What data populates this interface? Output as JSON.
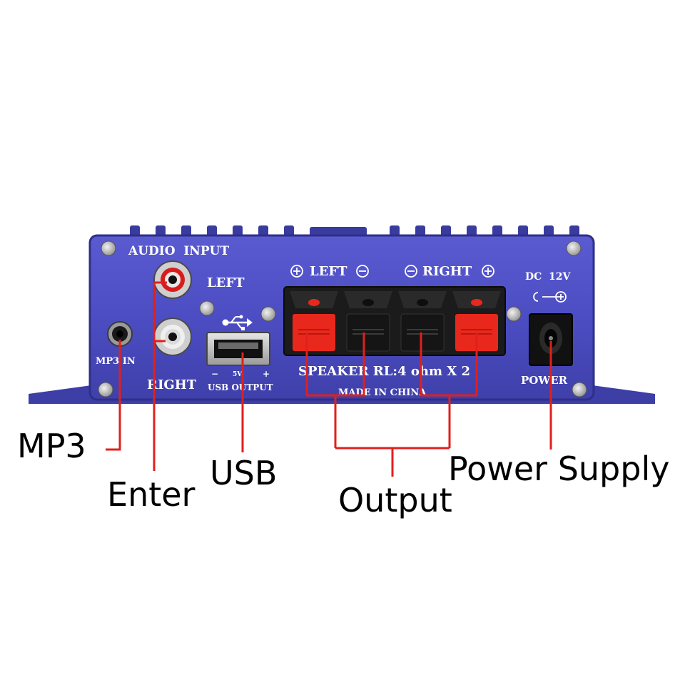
{
  "panel": {
    "audio_input": "AUDIO  INPUT",
    "left": "LEFT",
    "right": "RIGHT",
    "mp3_in": "MP3 IN",
    "usb_icon": "usb-icon",
    "usb_minus": "−",
    "usb_5v": "5V",
    "usb_plus": "+",
    "usb_output": "USB OUTPUT",
    "speaker_left": "LEFT",
    "speaker_right": "RIGHT",
    "speaker_spec": "SPEAKER RL:4 ohm X 2",
    "made_in": "MADE IN CHINA",
    "dc": "DC  12V",
    "power": "POWER"
  },
  "callouts": {
    "mp3": "MP3",
    "enter": "Enter",
    "usb": "USB",
    "output": "Output",
    "power_supply": "Power Supply"
  },
  "colors": {
    "panel": "#4e4fc4",
    "panel_dark": "#2f2f8a",
    "leader": "#e0201c",
    "terminal_red": "#e8281c",
    "terminal_black": "#151515"
  }
}
